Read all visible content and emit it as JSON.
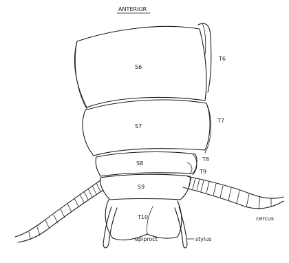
{
  "diagram": {
    "title": "ANTERIOR",
    "segments": {
      "s6": "S6",
      "s7": "S7",
      "s8": "S8",
      "s9": "S9",
      "t10": "T10"
    },
    "side_labels": {
      "t6": "T6",
      "t7": "T7",
      "t8": "T8",
      "t9": "T9"
    },
    "callouts": {
      "epiproct": "epiproct",
      "stylus": "stylus",
      "cercus": "cercus"
    }
  }
}
